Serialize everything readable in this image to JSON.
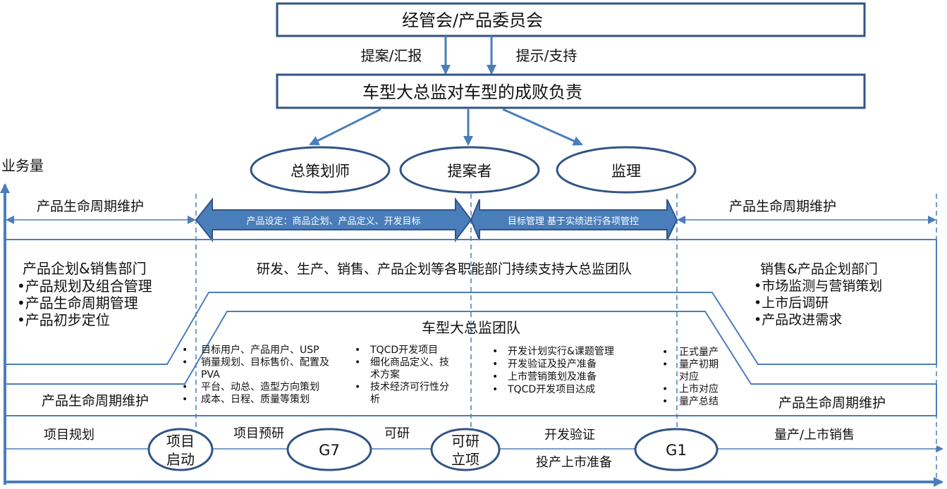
{
  "colors": {
    "line": "#4a7ebb",
    "box_border": "#2f5486",
    "arrow_fill": "#4a7ebb",
    "text": "#111111",
    "arrow_text": "#ffffff"
  },
  "top": {
    "committee": "经管会/产品委员会",
    "arrow_up_label": "提案/汇报",
    "arrow_down_label": "提示/支持",
    "director_box": "车型大总监对车型的成败负责",
    "roles": [
      "总策划师",
      "提案者",
      "监理"
    ]
  },
  "axis": {
    "y_label": "业务量"
  },
  "phase_band": {
    "left_label": "产品生命周期维护",
    "arrow1": "产品设定：商品企划、产品定义、开发目标",
    "arrow2": "目标管理 基于实绩进行各项管控",
    "right_label": "产品生命周期维护"
  },
  "left_dept": {
    "title": "产品企划&销售部门",
    "items": [
      "•产品规划及组合管理",
      "•产品生命周期管理",
      "•产品初步定位"
    ]
  },
  "center_support": "研发、生产、销售、产品企划等各职能部门持续支持大总监团队",
  "right_dept": {
    "title": "销售&产品企划部门",
    "items": [
      "•市场监测与营销策划",
      "•上市后调研",
      "•产品改进需求"
    ]
  },
  "team": {
    "title": "车型大总监团队",
    "col1": [
      "目标用户、产品用户、USP",
      "销量规划、目标售价、配置及",
      "PVA",
      "平台、动总、造型方向策划",
      "成本、日程、质量等策划"
    ],
    "col1_bullets": [
      true,
      true,
      false,
      true,
      true
    ],
    "col2": [
      "TQCD开发项目",
      "细化商品定义、技",
      "术方案",
      "技术经济可行性分",
      "析"
    ],
    "col2_bullets": [
      true,
      true,
      false,
      true,
      false
    ],
    "col3": [
      "开发计划实行&课题管理",
      "开发验证及投产准备",
      "上市营销策划及准备",
      "TQCD开发项目达成"
    ],
    "col4": [
      "正式量产",
      "量产初期",
      "对应",
      "上市对应",
      "量产总结"
    ],
    "col4_bullets": [
      true,
      true,
      false,
      true,
      true
    ]
  },
  "lifecycle_left": "产品生命周期维护",
  "lifecycle_right": "产品生命周期维护",
  "timeline": {
    "stages": [
      "项目规划",
      "项目预研",
      "可研",
      "开发验证",
      "投产上市准备",
      "量产/上市销售"
    ],
    "milestones": [
      {
        "lines": [
          "项目",
          "启动"
        ]
      },
      {
        "lines": [
          "G7"
        ]
      },
      {
        "lines": [
          "可研",
          "立项"
        ]
      },
      {
        "lines": [
          "G1"
        ]
      }
    ]
  }
}
